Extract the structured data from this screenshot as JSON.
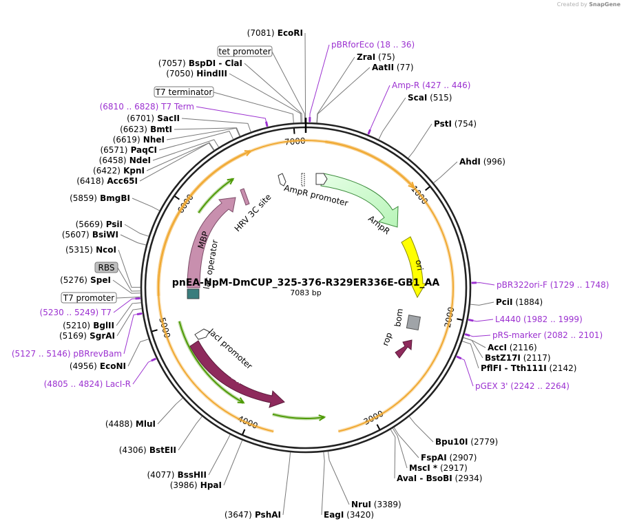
{
  "credit": {
    "prefix": "Created by",
    "brand": "SnapGene"
  },
  "plasmid": {
    "name": "pnEA-NpM-DmCUP_325-376-R329ER336E-GB1_AA",
    "length_label": "7083 bp",
    "length": 7083
  },
  "ticks": [
    {
      "bp": 1000,
      "label": "1000"
    },
    {
      "bp": 2000,
      "label": "2000"
    },
    {
      "bp": 3000,
      "label": "3000"
    },
    {
      "bp": 4000,
      "label": "4000"
    },
    {
      "bp": 5000,
      "label": "5000"
    },
    {
      "bp": 6000,
      "label": "6000"
    },
    {
      "bp": 7000,
      "label": "7000"
    }
  ],
  "sites": [
    {
      "name": "EcoRI",
      "pos": "(7081)",
      "bp": 7081
    },
    {
      "name": "ZraI",
      "pos": "(75)",
      "bp": 75
    },
    {
      "name": "AatII",
      "pos": "(77)",
      "bp": 77
    },
    {
      "name": "ScaI",
      "pos": "(515)",
      "bp": 515
    },
    {
      "name": "PstI",
      "pos": "(754)",
      "bp": 754
    },
    {
      "name": "AhdI",
      "pos": "(996)",
      "bp": 996
    },
    {
      "name": "PciI",
      "pos": "(1884)",
      "bp": 1884
    },
    {
      "name": "AccI",
      "pos": "(2116)",
      "bp": 2116
    },
    {
      "name": "BstZ17I",
      "pos": "(2117)",
      "bp": 2117
    },
    {
      "name": "PflFI - Tth111I",
      "pos": "(2142)",
      "bp": 2142
    },
    {
      "name": "Bpu10I",
      "pos": "(2779)",
      "bp": 2779
    },
    {
      "name": "FspAI",
      "pos": "(2907)",
      "bp": 2907
    },
    {
      "name": "MscI *",
      "pos": "(2917)",
      "bp": 2917
    },
    {
      "name": "AvaI - BsoBI",
      "pos": "(2934)",
      "bp": 2934
    },
    {
      "name": "NruI",
      "pos": "(3389)",
      "bp": 3389
    },
    {
      "name": "EagI",
      "pos": "(3420)",
      "bp": 3420
    },
    {
      "name": "PshAI",
      "pos": "(3647)",
      "bp": 3647
    },
    {
      "name": "HpaI",
      "pos": "(3986)",
      "bp": 3986
    },
    {
      "name": "BssHII",
      "pos": "(4077)",
      "bp": 4077
    },
    {
      "name": "BstEII",
      "pos": "(4306)",
      "bp": 4306
    },
    {
      "name": "MluI",
      "pos": "(4488)",
      "bp": 4488
    },
    {
      "name": "EcoNI",
      "pos": "(4956)",
      "bp": 4956
    },
    {
      "name": "SgrAI",
      "pos": "(5169)",
      "bp": 5169
    },
    {
      "name": "BglII",
      "pos": "(5210)",
      "bp": 5210
    },
    {
      "name": "SpeI",
      "pos": "(5276)",
      "bp": 5276
    },
    {
      "name": "NcoI",
      "pos": "(5315)",
      "bp": 5315
    },
    {
      "name": "BsiWI",
      "pos": "(5607)",
      "bp": 5607
    },
    {
      "name": "PsiI",
      "pos": "(5669)",
      "bp": 5669
    },
    {
      "name": "BmgBI",
      "pos": "(5859)",
      "bp": 5859
    },
    {
      "name": "Acc65I",
      "pos": "(6418)",
      "bp": 6418
    },
    {
      "name": "KpnI",
      "pos": "(6422)",
      "bp": 6422
    },
    {
      "name": "NdeI",
      "pos": "(6458)",
      "bp": 6458
    },
    {
      "name": "PaqCI",
      "pos": "(6571)",
      "bp": 6571
    },
    {
      "name": "NheI",
      "pos": "(6619)",
      "bp": 6619
    },
    {
      "name": "BmtI",
      "pos": "(6623)",
      "bp": 6623
    },
    {
      "name": "SacII",
      "pos": "(6701)",
      "bp": 6701
    },
    {
      "name": "HindIII",
      "pos": "(7050)",
      "bp": 7050
    },
    {
      "name": "BspDI - ClaI",
      "pos": "(7057)",
      "bp": 7057
    }
  ],
  "primers": [
    {
      "name": "pBRforEco",
      "range": "(18 .. 36)",
      "bp": 27
    },
    {
      "name": "Amp-R",
      "range": "(427 .. 446)",
      "bp": 436
    },
    {
      "name": "pBR322ori-F",
      "range": "(1729 .. 1748)",
      "bp": 1738
    },
    {
      "name": "L4440",
      "range": "(1982 .. 1999)",
      "bp": 1990
    },
    {
      "name": "pRS-marker",
      "range": "(2082 .. 2101)",
      "bp": 2091
    },
    {
      "name": "pGEX 3'",
      "range": "(2242 .. 2264)",
      "bp": 2253
    },
    {
      "name": "LacI-R",
      "range": "(4805 .. 4824)",
      "bp": 4814
    },
    {
      "name": "pBRrevBam",
      "range": "(5127 .. 5146)",
      "bp": 5136
    },
    {
      "name": "T7",
      "range": "(5230 .. 5249)",
      "bp": 5240
    },
    {
      "name": "T7 Term",
      "range": "(6810 .. 6828)",
      "bp": 6819
    }
  ],
  "boxed_features": [
    {
      "name": "tet promoter",
      "style": "white"
    },
    {
      "name": "T7 terminator",
      "style": "white"
    },
    {
      "name": "RBS",
      "style": "gray"
    },
    {
      "name": "T7 promoter",
      "style": "white"
    }
  ],
  "features": [
    {
      "name": "AmpR promoter"
    },
    {
      "name": "AmpR"
    },
    {
      "name": "ori"
    },
    {
      "name": "bom"
    },
    {
      "name": "rop"
    },
    {
      "name": "lacI promoter"
    },
    {
      "name": "lacI"
    },
    {
      "name": "lac operator"
    },
    {
      "name": "MBP"
    },
    {
      "name": "HRV 3C site"
    }
  ],
  "colors": {
    "primer": "#9b30d0",
    "ampr": "#c8fcc8",
    "ori": "#ffff00",
    "laci": "#8e2a5c",
    "mbp": "#c88fae",
    "orf_orange": "#f0a830",
    "orf_green": "#4e9a06",
    "bom": "#a0a4a8",
    "rbs_box": "#bfbfbf"
  }
}
